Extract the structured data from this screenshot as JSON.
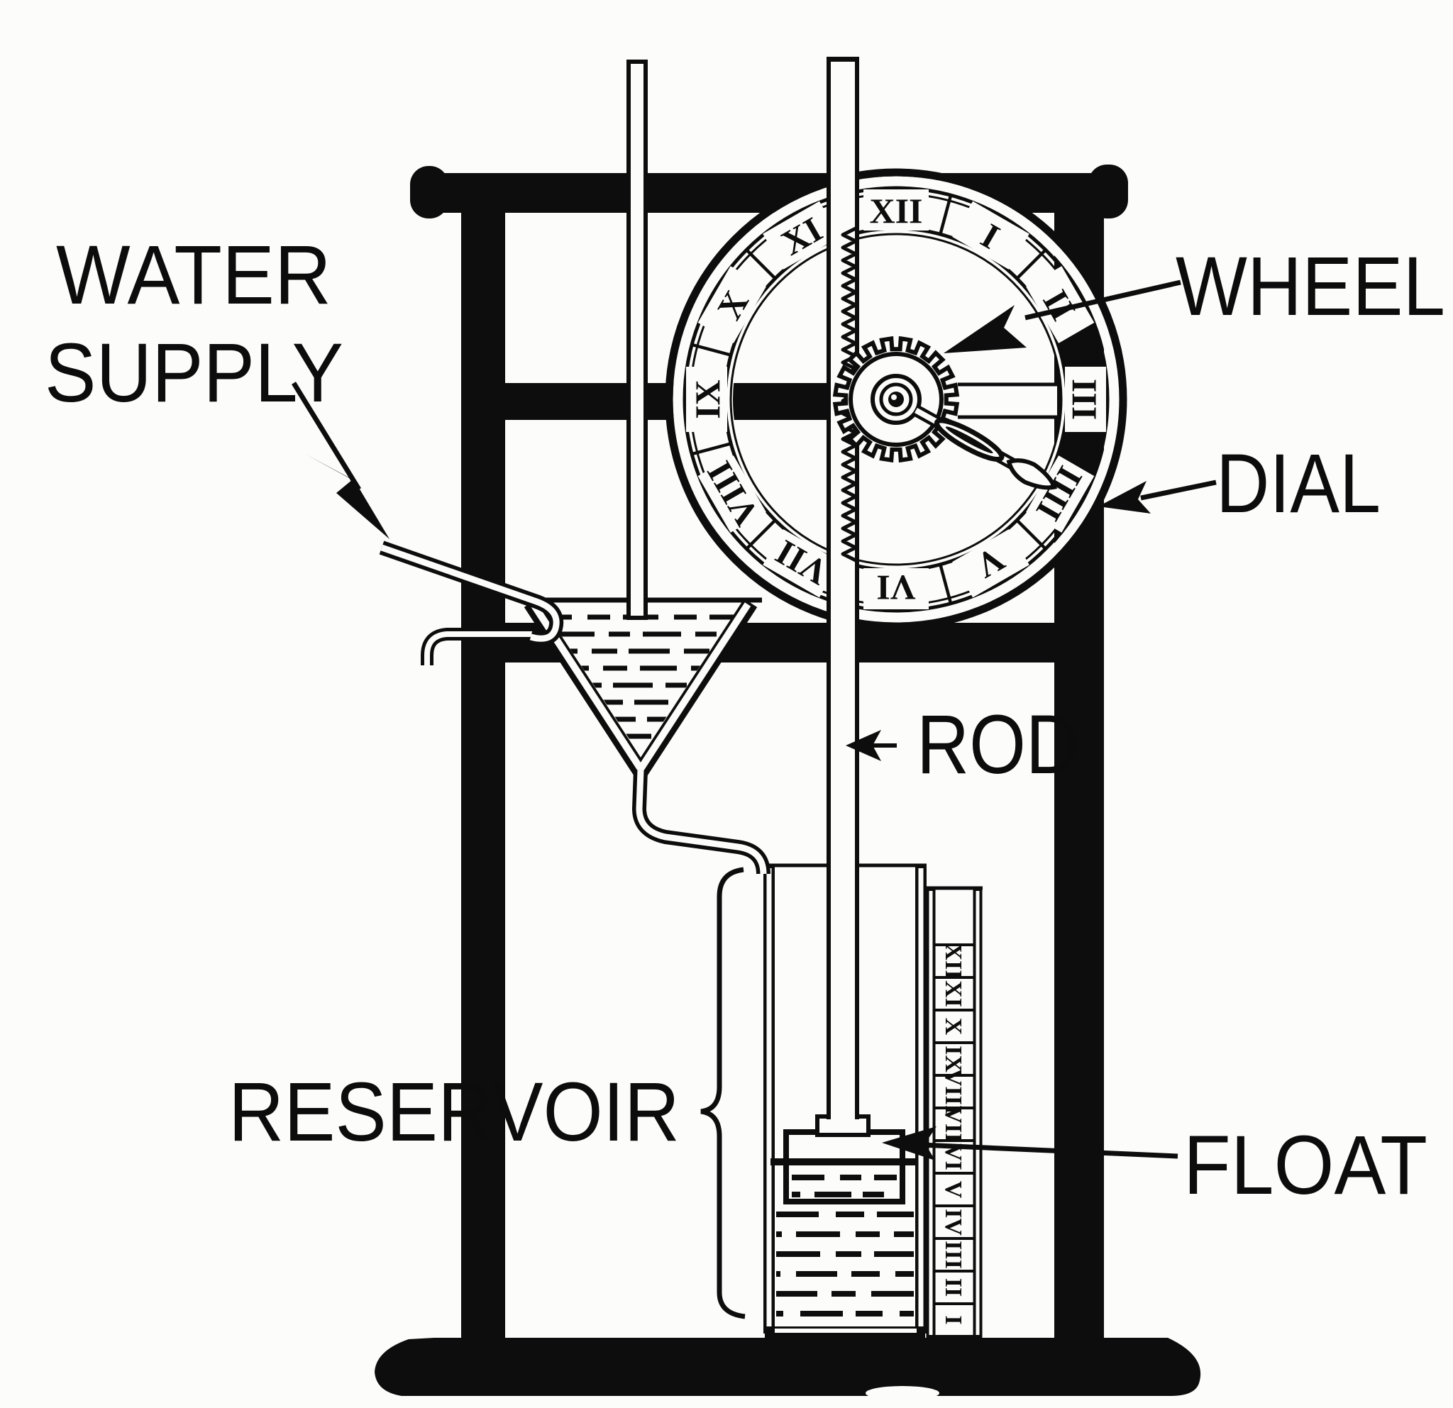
{
  "title": "water clock mechanism diagram",
  "labels": {
    "water_supply_line1": "WATER",
    "water_supply_line2": "SUPPLY",
    "wheel": "WHEEL",
    "dial": "DIAL",
    "rod": "ROD",
    "reservoir": "RESERVOIR",
    "float": "FLOAT"
  },
  "dial": {
    "numerals": [
      "XII",
      "I",
      "II",
      "III",
      "IIII",
      "V",
      "VI",
      "VII",
      "VIII",
      "IX",
      "X",
      "XI"
    ]
  },
  "scale": {
    "numerals": [
      "XII",
      "XI",
      "X",
      "IX",
      "VIII",
      "VII",
      "VI",
      "V",
      "IV",
      "III",
      "II",
      "I"
    ]
  },
  "colors": {
    "ink": "#0d0d0d",
    "paper": "#fcfcfa"
  }
}
